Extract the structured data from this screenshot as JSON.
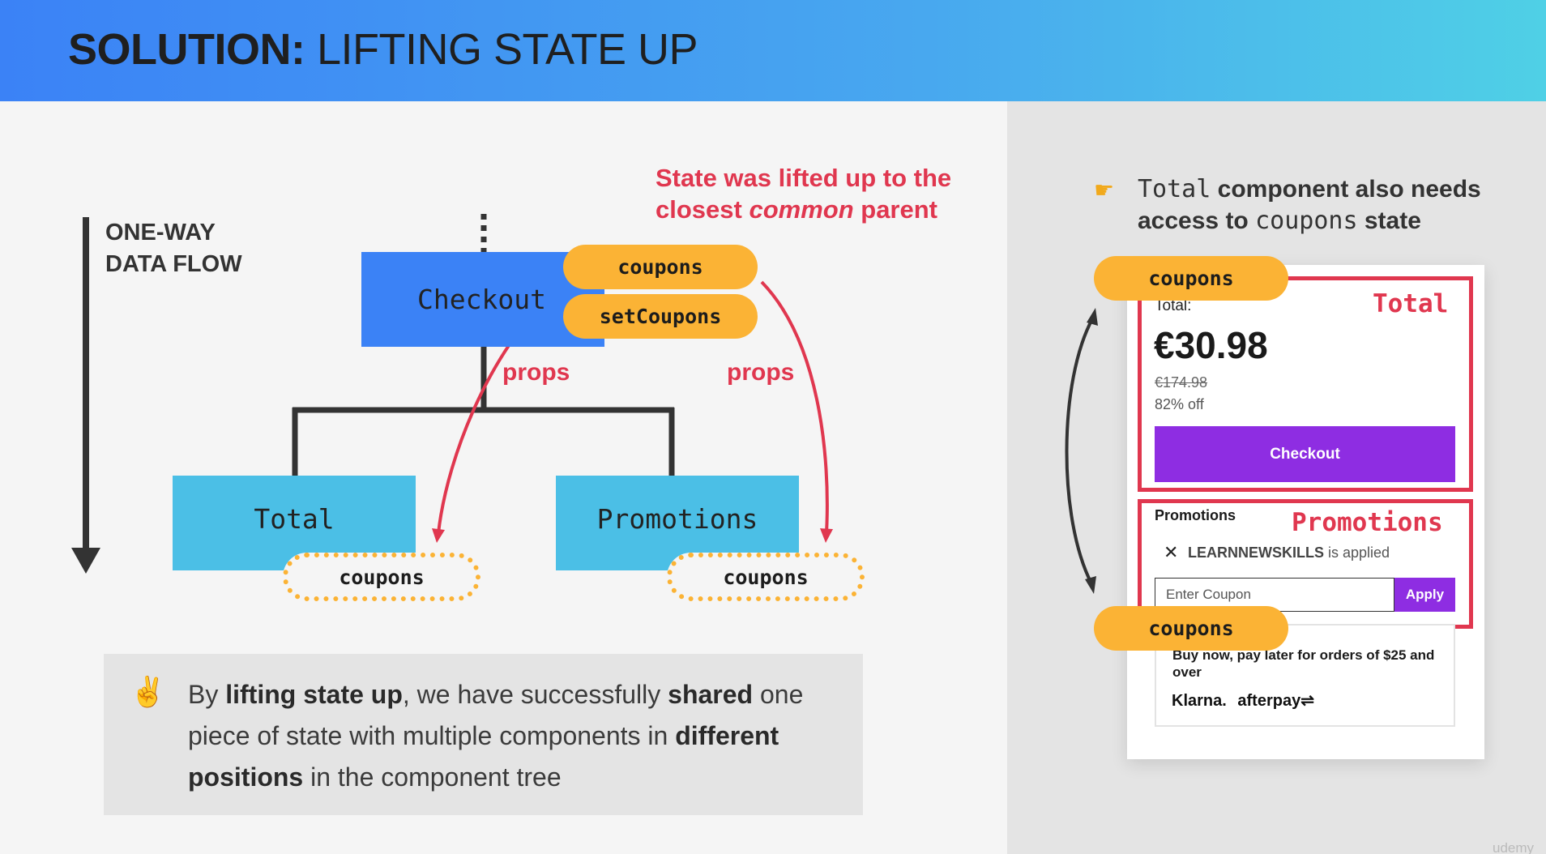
{
  "header": {
    "title_bold": "SOLUTION:",
    "title_rest": " LIFTING STATE UP",
    "gradient_start": "#3b82f6",
    "gradient_end": "#4fd0e6"
  },
  "flow_label": [
    "ONE-WAY",
    "DATA FLOW"
  ],
  "lifted_note": {
    "line1": "State was lifted up to the",
    "line2_pre": "closest ",
    "line2_em": "common",
    "line2_post": " parent"
  },
  "tree": {
    "checkout": "Checkout",
    "total": "Total",
    "promotions": "Promotions",
    "state_pill": "coupons",
    "setter_pill": "setCoupons",
    "prop_total": "coupons",
    "prop_promotions": "coupons",
    "props_label_left": "props",
    "props_label_right": "props"
  },
  "summary": {
    "icon": "victory-hand-icon",
    "p1": "By ",
    "b1": "lifting state up",
    "p2": ", we have successfully ",
    "b2": "shared",
    "p3": " one piece of state with multiple components in ",
    "b3": "different positions",
    "p4": " in the component tree"
  },
  "side_note": {
    "icon": "pointing-hand-icon",
    "code": "Total",
    "text1": " component also needs",
    "text2_pre": "access to ",
    "code2": "coupons",
    "text2_post": " state"
  },
  "ui_card": {
    "top_pill": "coupons",
    "bottom_pill": "coupons",
    "total_tag": "Total",
    "promotions_tag": "Promotions",
    "total_label": "Total:",
    "price": "€30.98",
    "old_price": "€174.98",
    "discount": "82% off",
    "checkout_button": "Checkout",
    "promotions_label": "Promotions",
    "applied_code": "LEARNNEWSKILLS",
    "applied_suffix": " is applied",
    "coupon_placeholder": "Enter Coupon",
    "apply_button": "Apply",
    "bnpl_text": "Buy now, pay later for orders of $25 and over",
    "klarna": "Klarna.",
    "afterpay": "afterpay"
  },
  "watermark": "udemy",
  "colors": {
    "accent_red": "#e0374f",
    "pill_yellow": "#fbb335",
    "checkout_blue": "#3b82f6",
    "child_blue": "#4bbfe6",
    "button_purple": "#8e2de2"
  }
}
